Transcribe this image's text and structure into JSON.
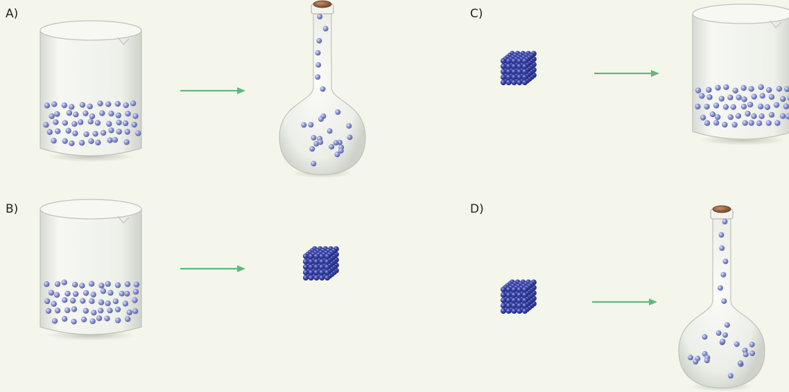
{
  "options": [
    {
      "label": "A)",
      "from": "liquid",
      "to": "gas"
    },
    {
      "label": "B)",
      "from": "liquid",
      "to": "solid"
    },
    {
      "label": "C)",
      "from": "solid",
      "to": "liquid"
    },
    {
      "label": "D)",
      "from": "solid",
      "to": "gas"
    }
  ],
  "colors": {
    "background": "#f5f6eb",
    "arrow": "#5dba7d",
    "particle_light": "#8f98d0",
    "particle_dark": "#2b348f",
    "cork": "#8b5a3c"
  }
}
